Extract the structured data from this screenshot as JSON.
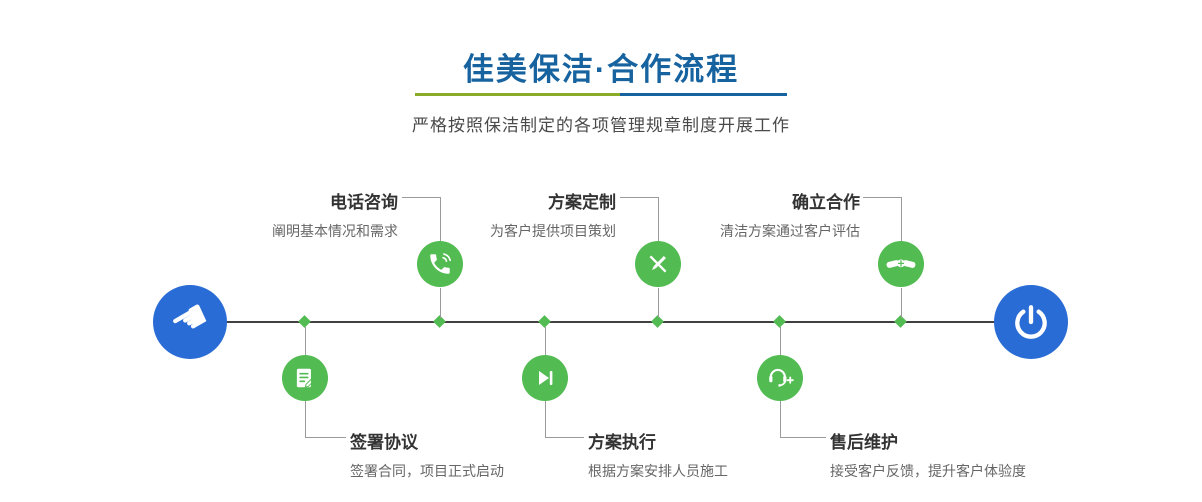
{
  "colors": {
    "green": "#52bb52",
    "blue": "#2a6cd5",
    "title": "#17639f",
    "divider_green": "#8aab28",
    "line": "#404040",
    "connector": "#9b9b9b",
    "text_dark": "#333333",
    "text_muted": "#666666"
  },
  "header": {
    "title": "佳美保洁·合作流程",
    "subtitle": "严格按照保洁制定的各项管理规章制度开展工作"
  },
  "timeline": {
    "start": {
      "icon": "pointing-hand-icon"
    },
    "end": {
      "icon": "power-icon"
    },
    "steps_top": [
      {
        "title": "电话咨询",
        "desc": "阐明基本情况和需求",
        "icon": "phone-icon"
      },
      {
        "title": "方案定制",
        "desc": "为客户提供项目策划",
        "icon": "pencil-ruler-icon"
      },
      {
        "title": "确立合作",
        "desc": "清洁方案通过客户评估",
        "icon": "handshake-icon"
      }
    ],
    "steps_bottom": [
      {
        "title": "签署协议",
        "desc": "签署合同，项目正式启动",
        "icon": "signed-document-icon"
      },
      {
        "title": "方案执行",
        "desc": "根据方案安排人员施工",
        "icon": "play-icon"
      },
      {
        "title": "售后维护",
        "desc": "接受客户反馈，提升客户体验度",
        "icon": "customer-service-icon"
      }
    ]
  }
}
